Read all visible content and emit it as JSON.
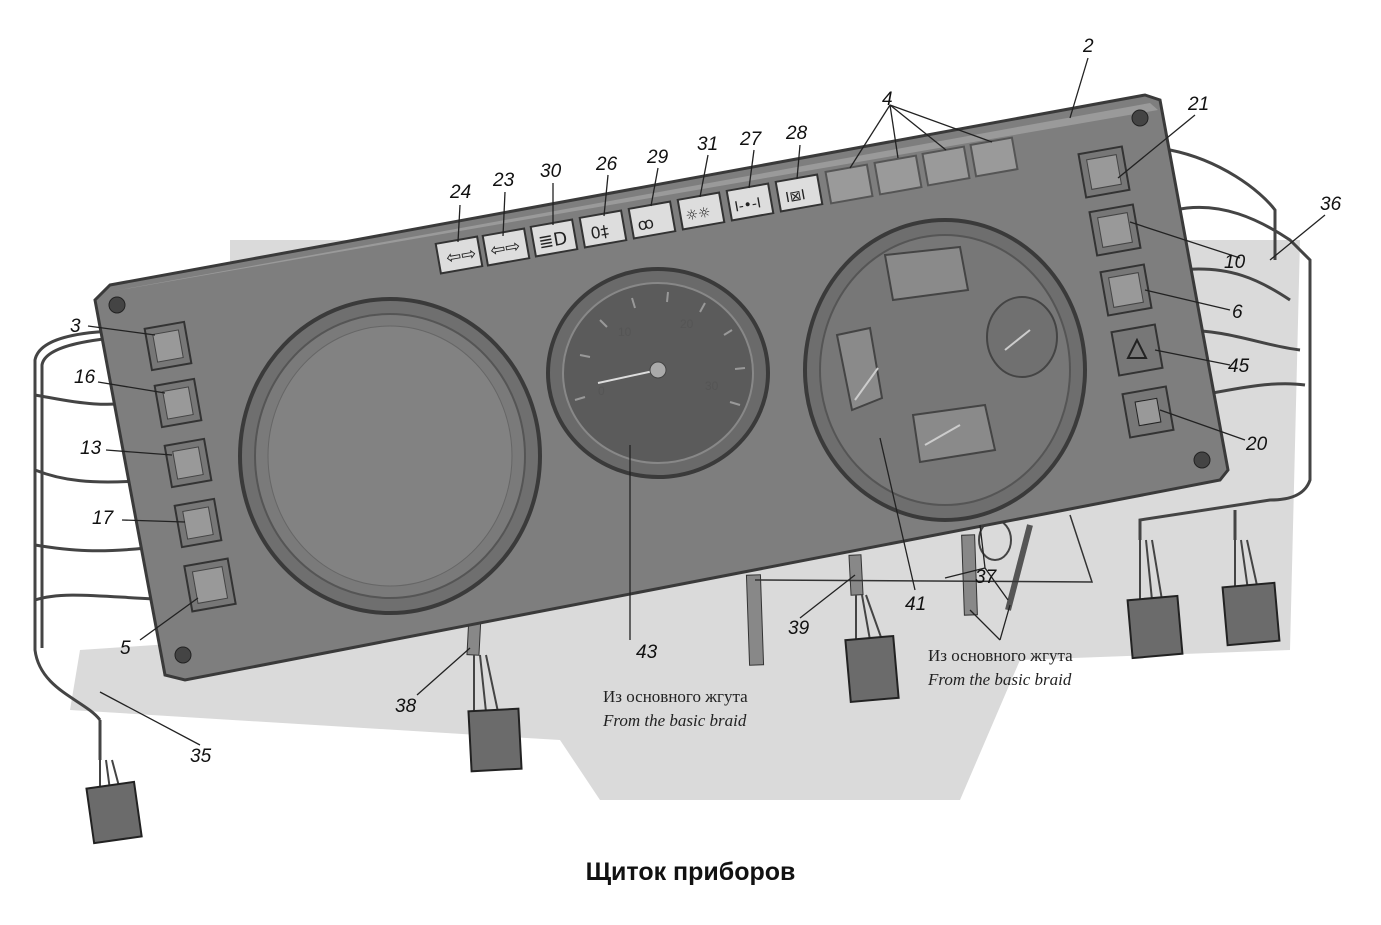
{
  "caption": "Щиток приборов",
  "callouts": {
    "c2": "2",
    "c3": "3",
    "c4": "4",
    "c5": "5",
    "c6": "6",
    "c10": "10",
    "c13": "13",
    "c16": "16",
    "c17": "17",
    "c20": "20",
    "c21": "21",
    "c23": "23",
    "c24": "24",
    "c26": "26",
    "c27": "27",
    "c28": "28",
    "c29": "29",
    "c30": "30",
    "c31": "31",
    "c35": "35",
    "c36": "36",
    "c37": "37",
    "c38": "38",
    "c39": "39",
    "c41": "41",
    "c43": "43",
    "c45": "45"
  },
  "notes": {
    "center": {
      "ru": "Из основного жгута",
      "en": "From the basic braid"
    },
    "right": {
      "ru": "Из основного жгута",
      "en": "From the basic braid"
    }
  },
  "tachometer": {
    "scale": [
      "0",
      "10",
      "20",
      "30"
    ]
  },
  "colors": {
    "panel": "#7e7e7e",
    "panel_edge": "#3a3a3a",
    "watermark": "#d9d9d9",
    "connector": "#6b6b6b"
  }
}
